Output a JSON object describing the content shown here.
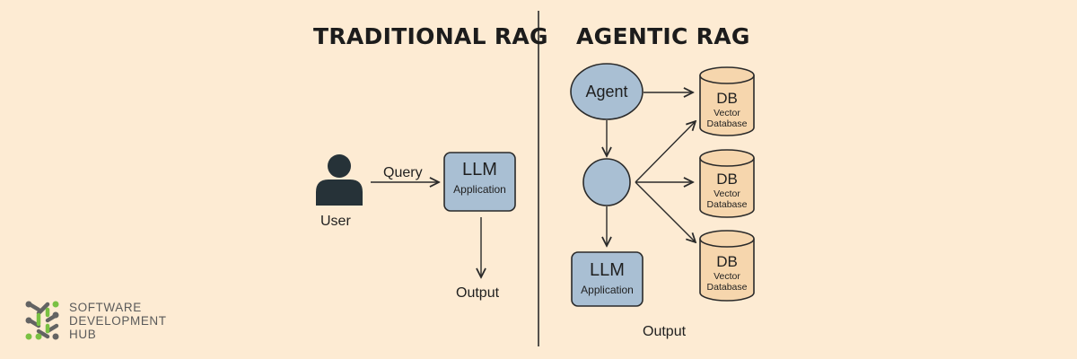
{
  "left": {
    "title": "TRADITIONAL RAG",
    "user_label": "User",
    "query_label": "Query",
    "llm": {
      "title": "LLM",
      "subtitle": "Application"
    },
    "output_label": "Output"
  },
  "right": {
    "title": "AGENTIC RAG",
    "agent_label": "Agent",
    "llm": {
      "title": "LLM",
      "subtitle": "Application"
    },
    "output_label": "Output",
    "databases": [
      {
        "title": "DB",
        "line1": "Vector",
        "line2": "Database"
      },
      {
        "title": "DB",
        "line1": "Vector",
        "line2": "Database"
      },
      {
        "title": "DB",
        "line1": "Vector",
        "line2": "Database"
      }
    ]
  },
  "logo": {
    "line1": "SOFTWARE",
    "line2": "DEVELOPMENT",
    "line3": "HUB"
  },
  "colors": {
    "background": "#fdebd3",
    "node_fill": "#a9bfd3",
    "db_fill": "#f6d6ad",
    "stroke": "#2a2a2a",
    "logo_gray": "#636363",
    "logo_green": "#7ac143"
  }
}
